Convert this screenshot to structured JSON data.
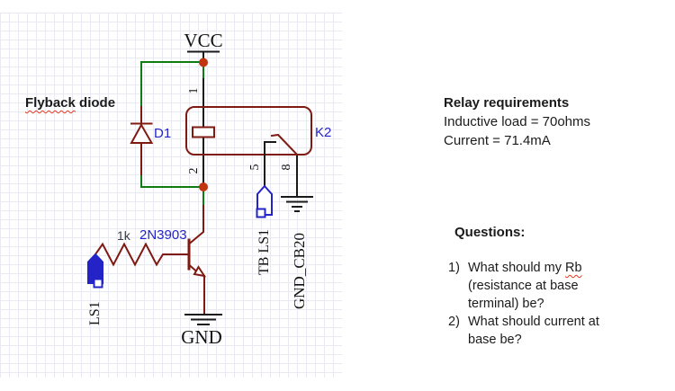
{
  "colors": {
    "maroon": "#7f1a12",
    "green": "#0e7c10",
    "wire": "#1a1a1a",
    "junction": "#c13410",
    "blue": "#2323c8",
    "value": "#3c3c46",
    "grid": "#e9eaf1",
    "squiggle": "#e8391f",
    "text": "#1b1b1b"
  },
  "schematic": {
    "power_label": "VCC",
    "gnd_label": "GND",
    "note": {
      "word1": "Flyback",
      "word2": " diode"
    },
    "diode_ref": "D1",
    "relay_ref": "K2",
    "resistor_value": "1k",
    "transistor_ref": "2N3903",
    "connector_ls1": "LS1",
    "connector_tb_ls1": "TB LS1",
    "gnd_net_label": "GND_CB20",
    "pin1": "1",
    "pin2": "2",
    "pin5": "5",
    "pin8": "8"
  },
  "requirements": {
    "title": "Relay requirements",
    "line1": "Inductive load = 70ohms",
    "line2": "Current = 71.4mA"
  },
  "questions": {
    "title": "Questions:",
    "items": [
      {
        "num": "1)",
        "pre": "What should my ",
        "term": "Rb",
        "post": " (resistance at base terminal) be?"
      },
      {
        "num": "2)",
        "pre": "What should current at base be?",
        "term": "",
        "post": ""
      }
    ]
  }
}
